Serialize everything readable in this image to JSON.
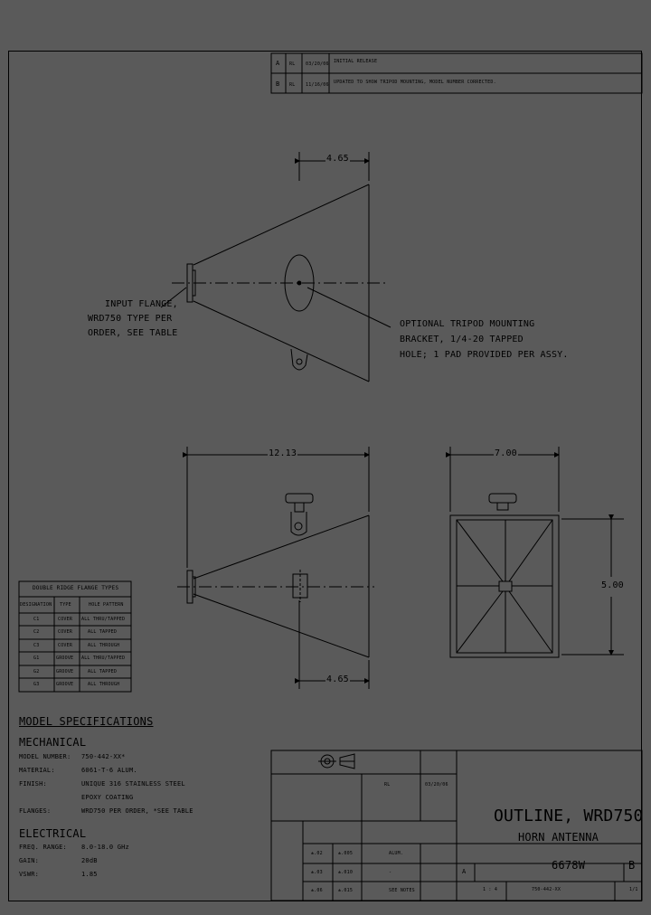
{
  "revisions": [
    {
      "rev": "A",
      "by": "RL",
      "date": "03/20/06",
      "description": "INITIAL RELEASE"
    },
    {
      "rev": "B",
      "by": "RL",
      "date": "11/16/06",
      "description": "UPDATED TO SHOW TRIPOD MOUNTING, MODEL NUMBER CORRECTED."
    }
  ],
  "dimensions": {
    "top_length": "4.65",
    "side_length": "12.13",
    "side_mount": "4.65",
    "end_width": "7.00",
    "end_height": "5.00"
  },
  "callouts": {
    "input_flange": [
      "INPUT FLANGE,",
      "WRD750 TYPE PER",
      "ORDER, SEE TABLE"
    ],
    "tripod": [
      "OPTIONAL TRIPOD MOUNTING",
      "BRACKET, 1/4-20 TAPPED",
      "HOLE; 1 PAD PROVIDED PER ASSY."
    ]
  },
  "flange_table": {
    "title": "DOUBLE RIDGE FLANGE TYPES",
    "headers": [
      "DESIGNATION",
      "TYPE",
      "HOLE PATTERN"
    ],
    "rows": [
      [
        "C1",
        "COVER",
        "ALL THRU/TAPPED"
      ],
      [
        "C2",
        "COVER",
        "ALL TAPPED"
      ],
      [
        "C3",
        "COVER",
        "ALL THROUGH"
      ],
      [
        "G1",
        "GROOVE",
        "ALL THRU/TAPPED"
      ],
      [
        "G2",
        "GROOVE",
        "ALL TAPPED"
      ],
      [
        "G3",
        "GROOVE",
        "ALL THROUGH"
      ]
    ]
  },
  "specs": {
    "heading": "MODEL SPECIFICATIONS",
    "mechanical_heading": "MECHANICAL",
    "mechanical": [
      {
        "label": "MODEL NUMBER:",
        "value": "750-442-XX*"
      },
      {
        "label": "MATERIAL:",
        "value": "6061-T-6 ALUM."
      },
      {
        "label": "FINISH:",
        "value": "UNIQUE 316 STAINLESS STEEL"
      },
      {
        "label": "",
        "value": "EPOXY COATING"
      },
      {
        "label": "FLANGES:",
        "value": "WRD750 PER ORDER, *SEE TABLE"
      }
    ],
    "electrical_heading": "ELECTRICAL",
    "electrical": [
      {
        "label": "FREQ. RANGE:",
        "value": "8.0-18.0 GHz"
      },
      {
        "label": "GAIN:",
        "value": "20dB"
      },
      {
        "label": "VSWR:",
        "value": "1.85"
      }
    ]
  },
  "title_block": {
    "drawn_by": "RL",
    "date": "03/20/06",
    "title": "OUTLINE, WRD750",
    "subtitle": "HORN ANTENNA",
    "size": "A",
    "drawing_number": "6678W",
    "revision": "B",
    "scale": "1 : 4",
    "part_number": "750-442-XX",
    "sheet": "1/1",
    "tolerances": [
      {
        "a": "±.02",
        "b": "±.005",
        "c": "ALUM."
      },
      {
        "a": "±.03",
        "b": "±.010",
        "c": "-"
      },
      {
        "a": "±.06",
        "b": "±.015",
        "c": "SEE NOTES"
      }
    ]
  }
}
